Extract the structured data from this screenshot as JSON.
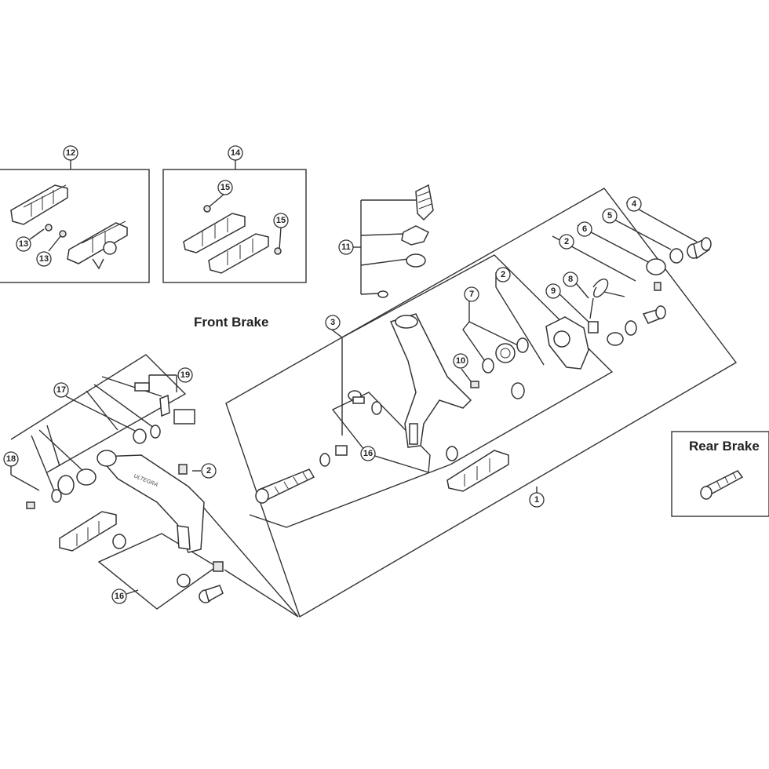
{
  "titles": {
    "front_brake": "Front Brake",
    "rear_brake": "Rear Brake"
  },
  "brand_mark": "ULTEGRA",
  "highlight_color": "#8cc63f",
  "callouts": {
    "c1": "1",
    "c2a": "2",
    "c2b": "2",
    "c2c": "2",
    "c3": "3",
    "c4": "4",
    "c5": "5",
    "c6": "6",
    "c7": "7",
    "c8": "8",
    "c9": "9",
    "c10": "10",
    "c11": "11",
    "c12": "12",
    "c13a": "13",
    "c13b": "13",
    "c14": "14",
    "c15a": "15",
    "c15b": "15",
    "c16a": "16",
    "c16b": "16",
    "c17": "17",
    "c18": "18",
    "c19": "19"
  }
}
